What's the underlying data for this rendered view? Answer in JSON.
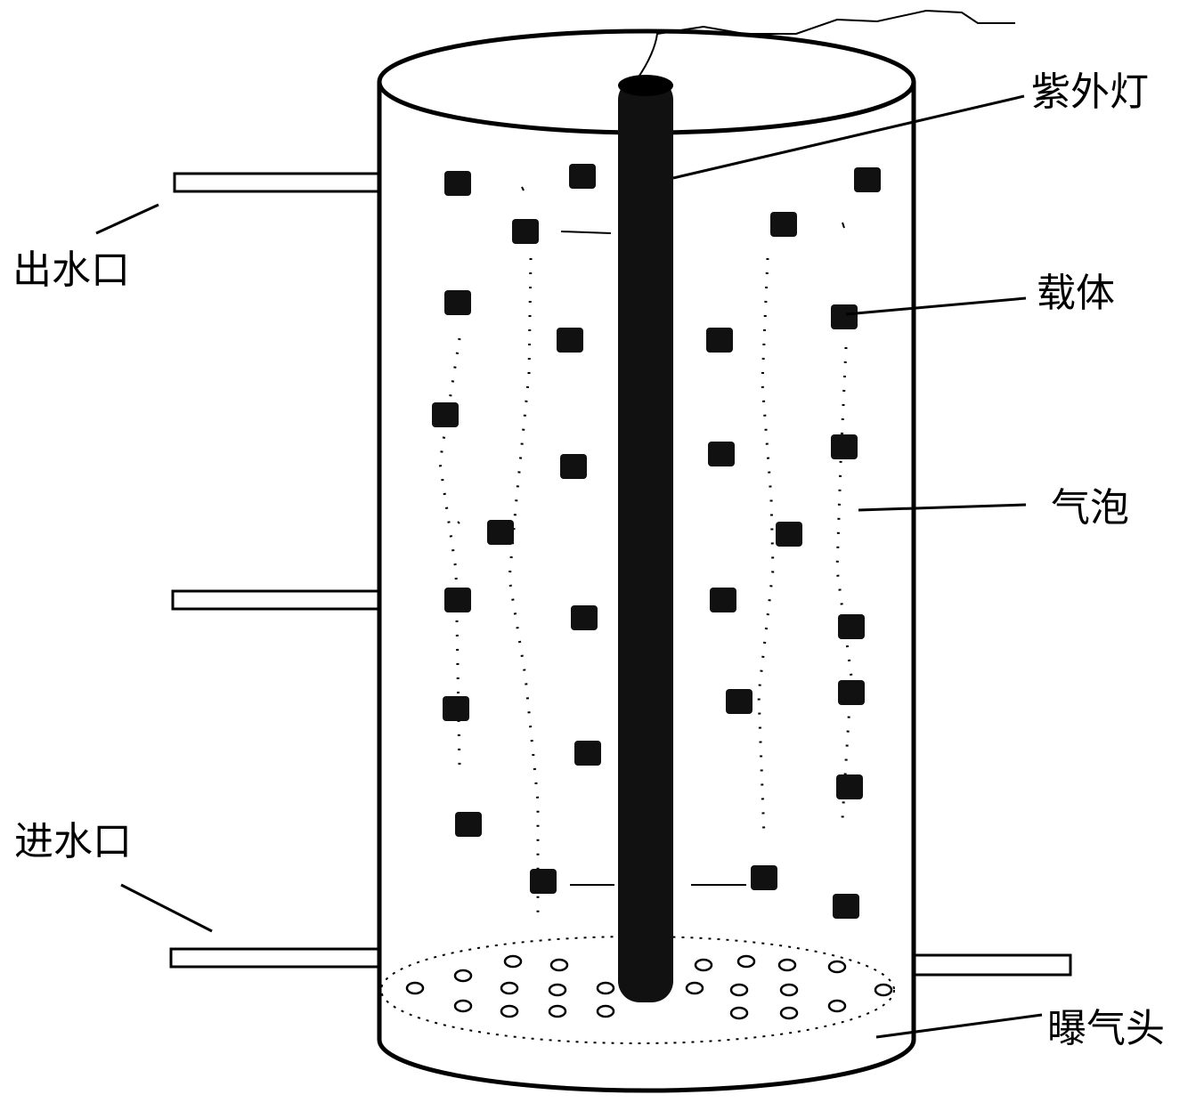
{
  "labels": {
    "uv_lamp": "紫外灯",
    "carrier": "载体",
    "bubble": "气泡",
    "outlet": "出水口",
    "inlet": "进水口",
    "aerator": "曝气头"
  }
}
